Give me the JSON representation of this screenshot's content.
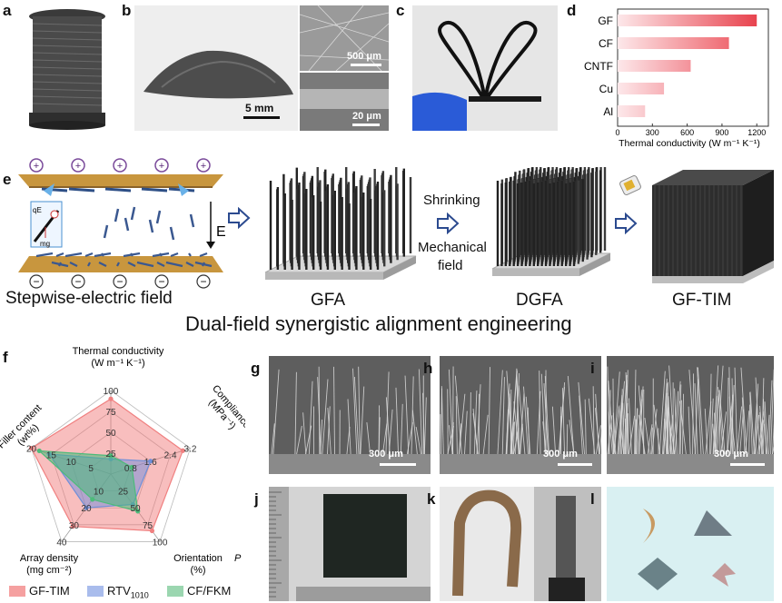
{
  "panels": {
    "a": "a",
    "b": "b",
    "c": "c",
    "d": "d",
    "e": "e",
    "f": "f",
    "g": "g",
    "h": "h",
    "i": "i",
    "j": "j",
    "k": "k",
    "l": "l"
  },
  "scale_bars": {
    "b_main": "5 mm",
    "b_top": "500 μm",
    "b_bottom": "20 μm",
    "g": "300 μm",
    "h": "300 μm",
    "i": "300 μm"
  },
  "schematic": {
    "field_label": "E",
    "force_qe": "qE",
    "force_mg": "mg",
    "plus_sign": "+",
    "minus_sign": "−",
    "shrinking": "Shrinking",
    "mechanical_field_1": "Mechanical",
    "mechanical_field_2": "field",
    "stage_1": "Stepwise-electric field",
    "stage_2": "GFA",
    "stage_3": "DGFA",
    "stage_4": "GF-TIM",
    "banner": "Dual-field synergistic alignment engineering"
  },
  "chart_data": [
    {
      "type": "bar",
      "orientation": "horizontal",
      "categories": [
        "GF",
        "CF",
        "CNTF",
        "Cu",
        "Al"
      ],
      "values": [
        1200,
        960,
        630,
        400,
        237
      ],
      "xlabel": "Thermal conductivity (W m⁻¹ K⁻¹)",
      "x_ticks": [
        "0",
        "300",
        "600",
        "900",
        "1200"
      ],
      "xlim": [
        0,
        1300
      ],
      "colors": [
        "#e8434e",
        "#ef6b73",
        "#f3929a",
        "#f7b2b8",
        "#f9c9cd"
      ]
    },
    {
      "type": "radar",
      "axes": [
        {
          "label_1": "Thermal conductivity",
          "label_2": "(W m⁻¹ K⁻¹)",
          "ticks": [
            "100",
            "75",
            "50",
            "25"
          ],
          "max": 100
        },
        {
          "label_1": "Compliance",
          "label_2": "(MPa⁻¹)",
          "ticks": [
            "3.2",
            "2.4",
            "1.6",
            "0.8"
          ],
          "max": 3.2
        },
        {
          "label_1": "Orientation",
          "label_2": "(%)",
          "symbol": "P",
          "ticks": [
            "100",
            "75",
            "50",
            "25"
          ],
          "max": 100
        },
        {
          "label_1": "Array density",
          "label_2": "(mg cm⁻²)",
          "ticks": [
            "40",
            "30",
            "20",
            "10"
          ],
          "max": 40
        },
        {
          "label_1": "Filler content",
          "label_2": "(wt%)",
          "ticks": [
            "20",
            "15",
            "10",
            "5"
          ],
          "max": 20
        }
      ],
      "series": [
        {
          "name": "GF-TIM",
          "values": [
            90,
            2.9,
            84,
            31,
            20
          ],
          "color": "#f08080"
        },
        {
          "name": "RTV",
          "name_sub": "1010",
          "values": [
            18,
            1.6,
            45,
            20,
            15.5
          ],
          "color": "#6f8fd8"
        },
        {
          "name": "CF/FKM",
          "values": [
            22,
            0.85,
            55,
            15,
            18
          ],
          "color": "#4dbb7a"
        }
      ]
    }
  ]
}
